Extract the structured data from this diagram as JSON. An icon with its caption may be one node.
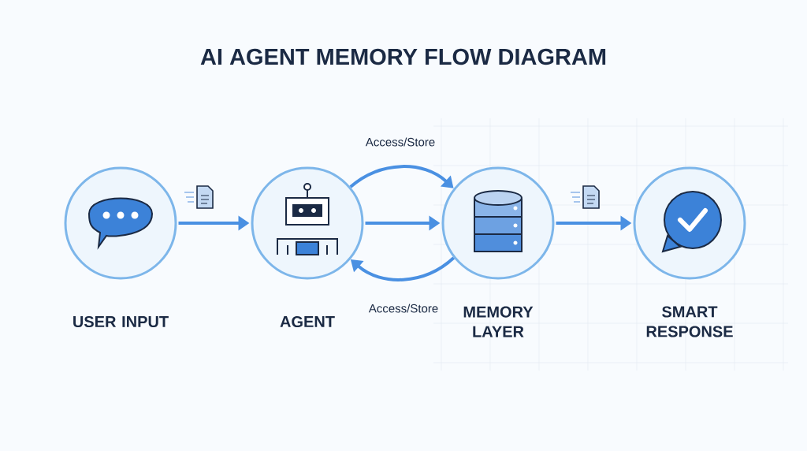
{
  "diagram": {
    "title": "AI AGENT MEMORY FLOW DIAGRAM",
    "nodes": [
      {
        "text": [
          "USER INPUT"
        ]
      },
      {
        "text": [
          "AGENT"
        ]
      },
      {
        "text": [
          "MEMORY LAYER"
        ]
      },
      {
        "text": [
          "SMART RESPONSE"
        ]
      }
    ],
    "edges": [
      {
        "from": 0,
        "to": 1,
        "arrow": "to"
      },
      {
        "from": 1,
        "to": 2,
        "label": "Access/Store",
        "arrow": "to"
      },
      {
        "from": 1,
        "to": 2,
        "arrow": "to"
      },
      {
        "from": 2,
        "to": 1,
        "label": "Access/Store",
        "arrow": "to"
      },
      {
        "from": 2,
        "to": 3,
        "arrow": "to"
      }
    ]
  }
}
